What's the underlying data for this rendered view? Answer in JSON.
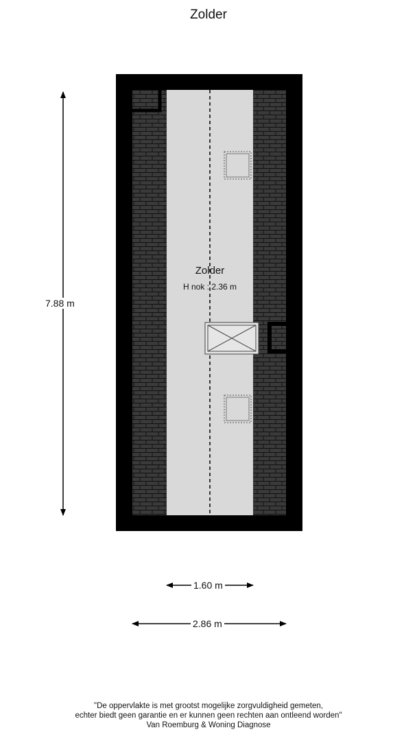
{
  "title": "Zolder",
  "room": {
    "name": "Zolder",
    "height_label": "H nok : 2.36 m"
  },
  "dimensions": {
    "height_total": "7.88 m",
    "width_inner": "1.60 m",
    "width_total": "2.86 m"
  },
  "disclaimer": {
    "line1": "\"De oppervlakte is met grootst mogelijke zorgvuldigheid gemeten,",
    "line2": "echter biedt geen garantie en er kunnen geen rechten aan ontleend worden\"",
    "line3": "Van Roemburg & Woning Diagnose"
  },
  "colors": {
    "wall": "#000000",
    "roof_tiles": "#3a3a3a",
    "floor": "#d9d9d9"
  }
}
